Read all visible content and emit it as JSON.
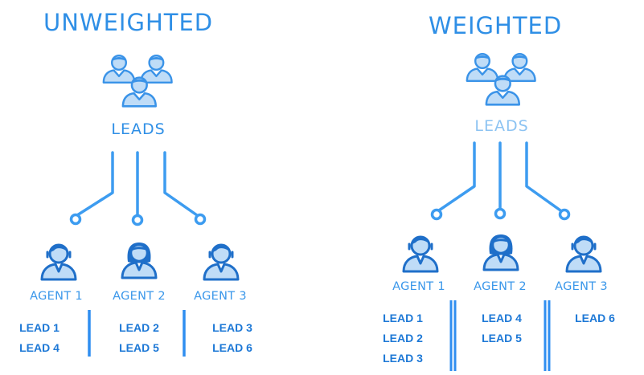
{
  "left": {
    "title": "UNWEIGHTED",
    "leads_label": "LEADS",
    "agents": [
      {
        "label": "AGENT 1",
        "leads": [
          "LEAD 1",
          "LEAD 4"
        ]
      },
      {
        "label": "AGENT 2",
        "leads": [
          "LEAD 2",
          "LEAD 5"
        ]
      },
      {
        "label": "AGENT 3",
        "leads": [
          "LEAD 3",
          "LEAD 6"
        ]
      }
    ]
  },
  "right": {
    "title": "WEIGHTED",
    "leads_label": "LEADS",
    "agents": [
      {
        "label": "AGENT 1",
        "leads": [
          "LEAD 1",
          "LEAD 2",
          "LEAD 3"
        ]
      },
      {
        "label": "AGENT 2",
        "leads": [
          "LEAD 4",
          "LEAD 5"
        ]
      },
      {
        "label": "AGENT 3",
        "leads": [
          "LEAD 6"
        ]
      }
    ]
  },
  "colors": {
    "title": "#2f8fe6",
    "line": "#3d9cf0",
    "icon_fill": "#bfdcf7",
    "icon_stroke": "#3a93e8",
    "lead_text": "#1d78d6",
    "right_leads_label": "#8cc3f2"
  },
  "icons": {
    "leads_group": "people-group-icon",
    "agent": "user-icon"
  }
}
